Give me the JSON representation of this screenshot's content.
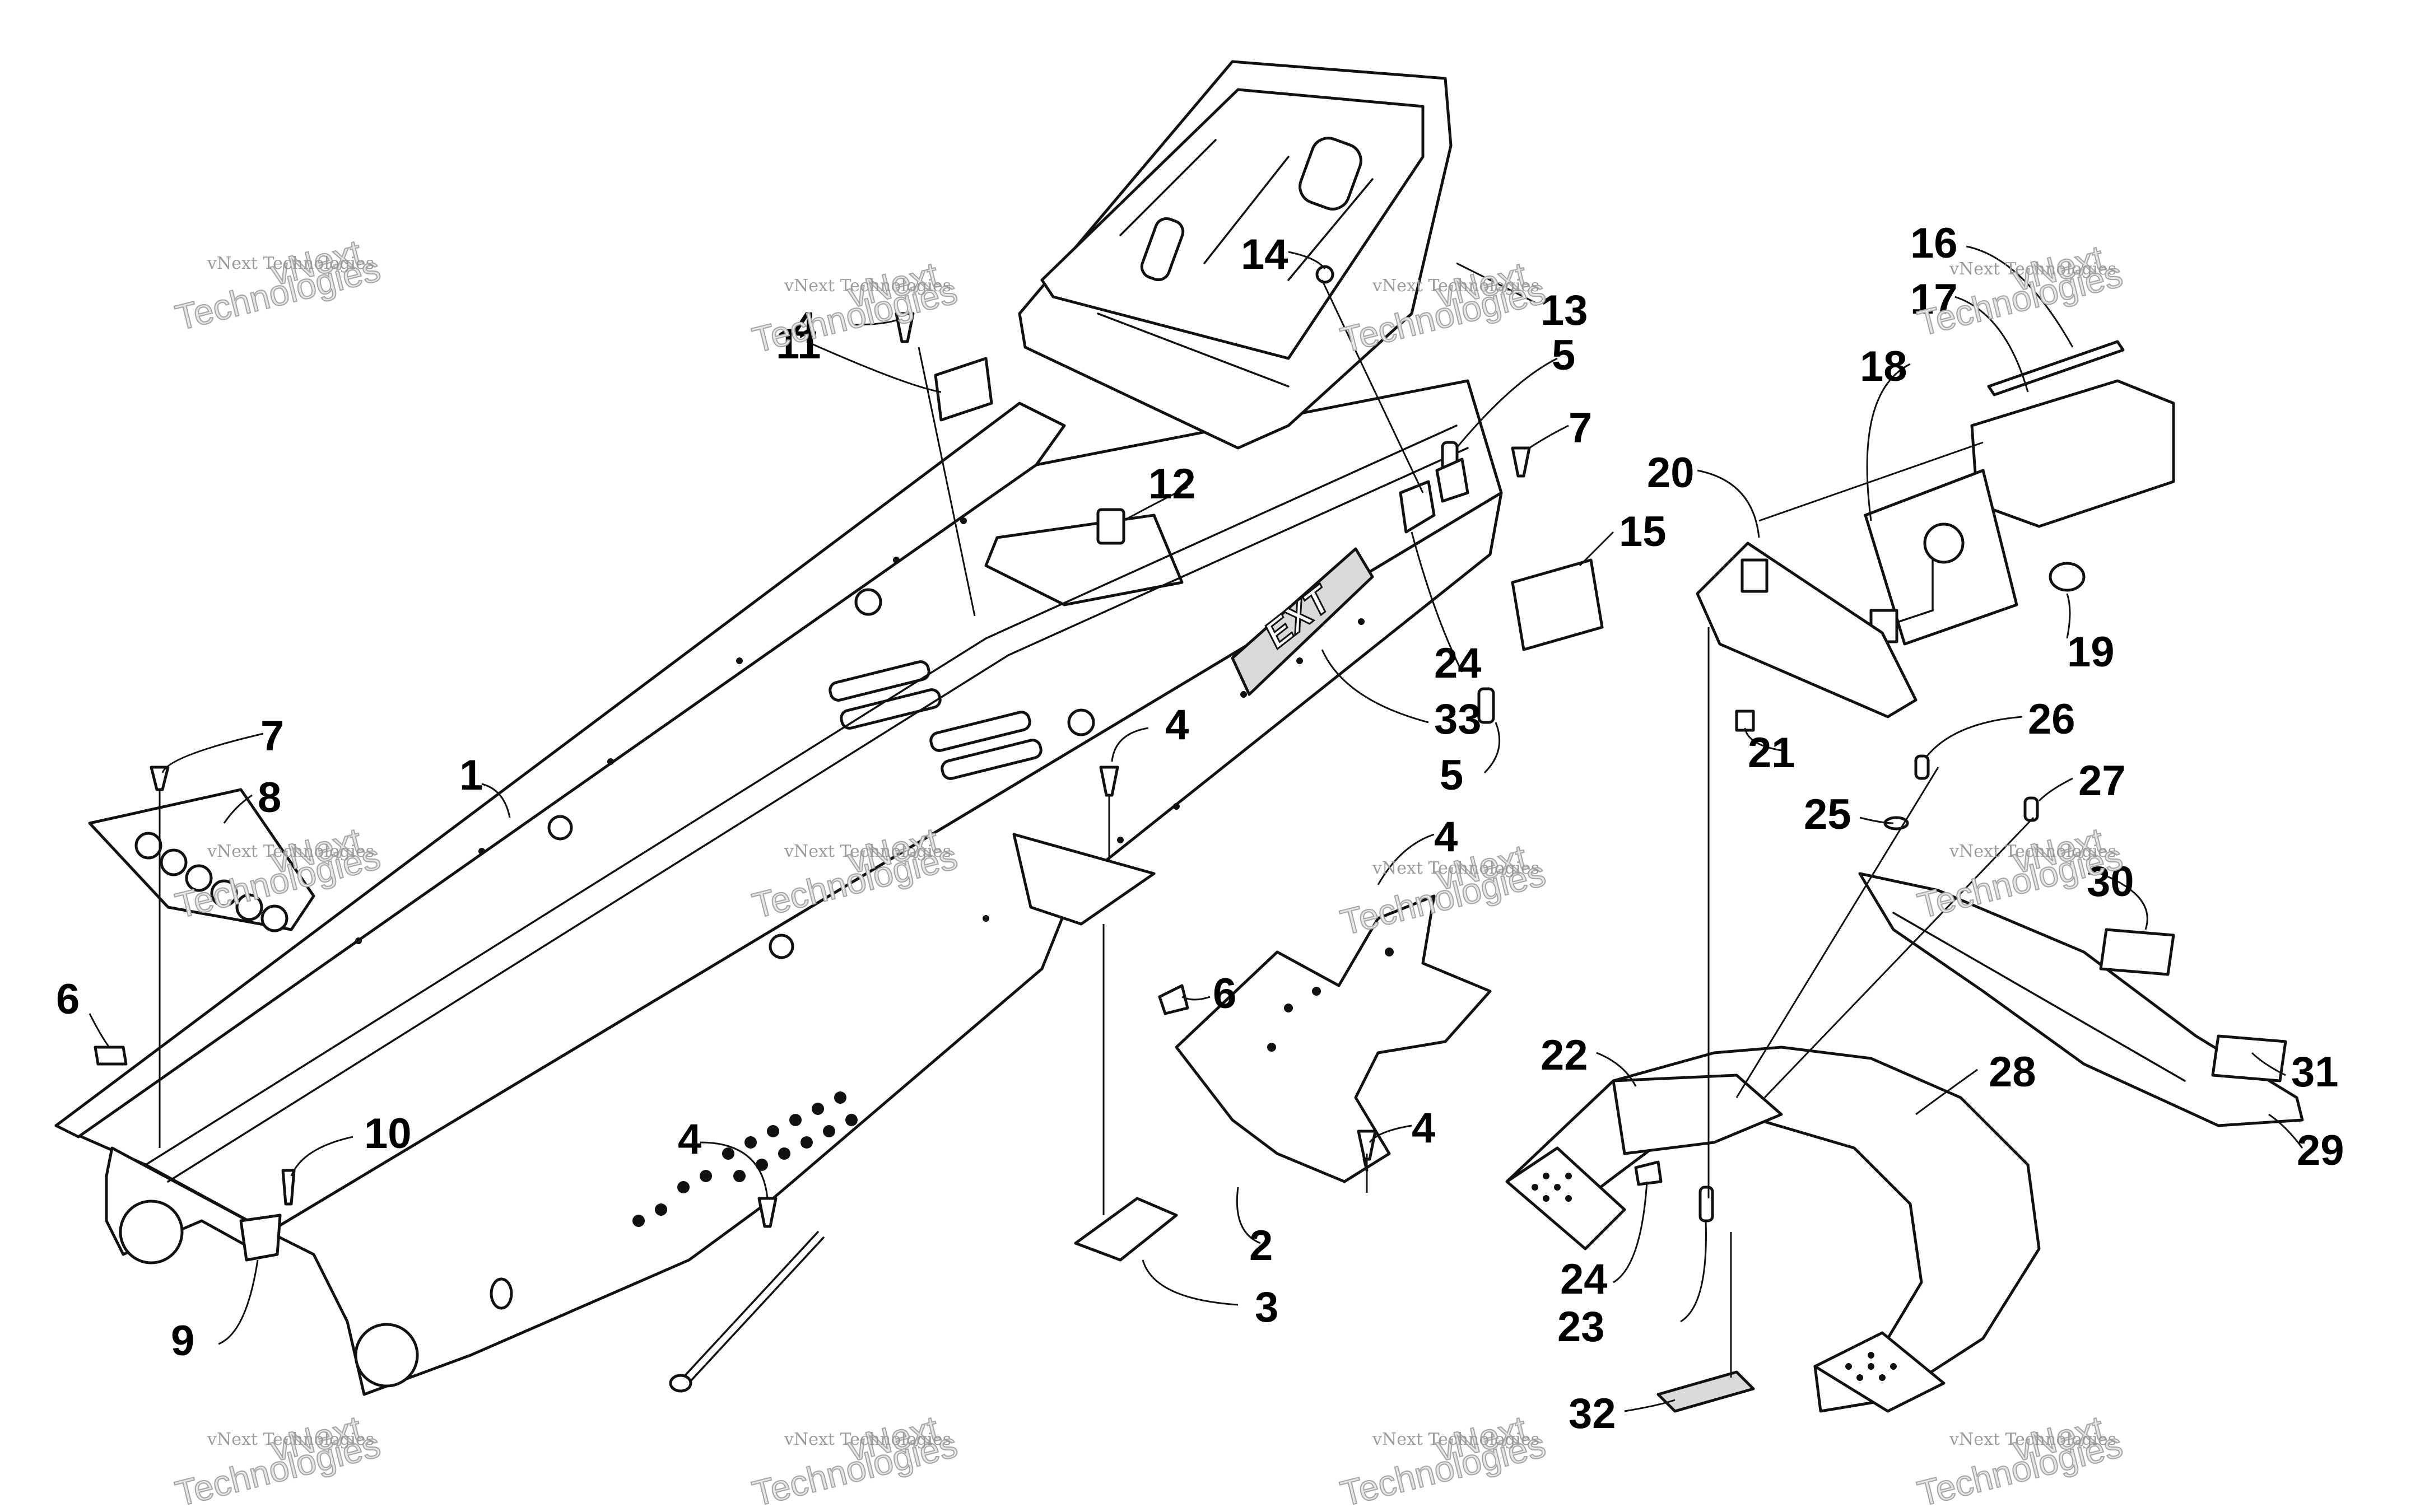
{
  "watermark": {
    "line1": "vNext Technologies",
    "line2": "Technologies",
    "line3": "vNext"
  },
  "callouts": [
    {
      "label": "1"
    },
    {
      "label": "2"
    },
    {
      "label": "3"
    },
    {
      "label": "4"
    },
    {
      "label": "4"
    },
    {
      "label": "4"
    },
    {
      "label": "4"
    },
    {
      "label": "4"
    },
    {
      "label": "5"
    },
    {
      "label": "5"
    },
    {
      "label": "6"
    },
    {
      "label": "6"
    },
    {
      "label": "7"
    },
    {
      "label": "7"
    },
    {
      "label": "8"
    },
    {
      "label": "9"
    },
    {
      "label": "10"
    },
    {
      "label": "11"
    },
    {
      "label": "12"
    },
    {
      "label": "13"
    },
    {
      "label": "14"
    },
    {
      "label": "15"
    },
    {
      "label": "16"
    },
    {
      "label": "17"
    },
    {
      "label": "18"
    },
    {
      "label": "19"
    },
    {
      "label": "20"
    },
    {
      "label": "21"
    },
    {
      "label": "22"
    },
    {
      "label": "23"
    },
    {
      "label": "24"
    },
    {
      "label": "24"
    },
    {
      "label": "25"
    },
    {
      "label": "26"
    },
    {
      "label": "27"
    },
    {
      "label": "28"
    },
    {
      "label": "29"
    },
    {
      "label": "30"
    },
    {
      "label": "31"
    },
    {
      "label": "32"
    },
    {
      "label": "33"
    }
  ],
  "decal": {
    "text": "EXT"
  }
}
